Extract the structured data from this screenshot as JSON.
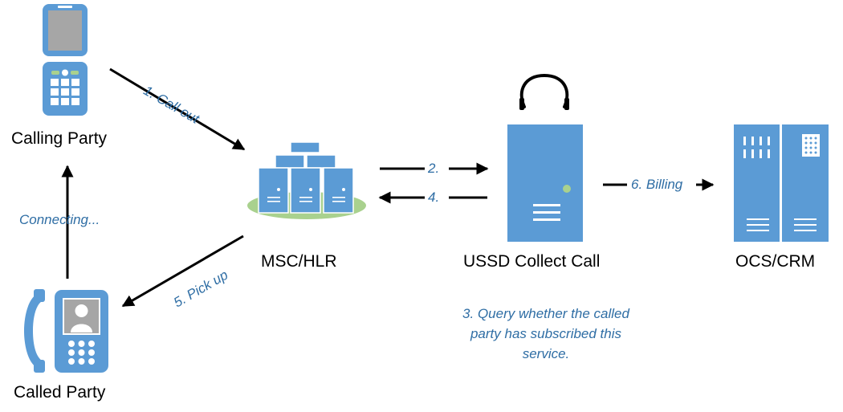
{
  "colors": {
    "accent": "#5b9bd5",
    "label_blue": "#2e6da4",
    "platform_green": "#a9d18e",
    "arrow": "#000000"
  },
  "nodes": {
    "calling_party": "Calling Party",
    "called_party": "Called Party",
    "msc_hlr": "MSC/HLR",
    "ussd": "USSD Collect Call",
    "ocs_crm": "OCS/CRM"
  },
  "steps": {
    "call_out": "1. Call out",
    "step2": "2.",
    "step4": "4.",
    "pick_up": "5. Pick up",
    "billing": "6. Billing",
    "connecting": "Connecting...",
    "query": [
      "3. Query whether the called",
      "party has subscribed this",
      "service."
    ]
  },
  "icons": [
    "mobile-phone-icon",
    "telephone-icon",
    "server-cluster-icon",
    "server-tower-icon",
    "headset-icon",
    "server-rack-icon"
  ]
}
